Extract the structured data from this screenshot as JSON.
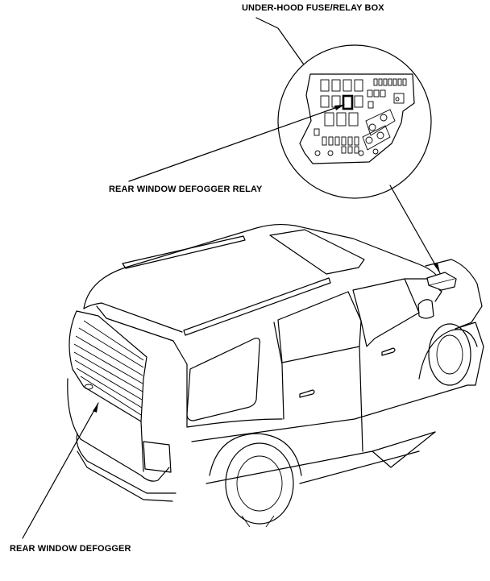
{
  "labels": {
    "fuse_box": "UNDER-HOOD FUSE/RELAY BOX",
    "relay": "REAR WINDOW DEFOGGER RELAY",
    "defogger": "REAR WINDOW DEFOGGER"
  },
  "icons": {
    "fuse_box": "fuse-relay-box-icon",
    "vehicle": "suv-vehicle-icon"
  }
}
